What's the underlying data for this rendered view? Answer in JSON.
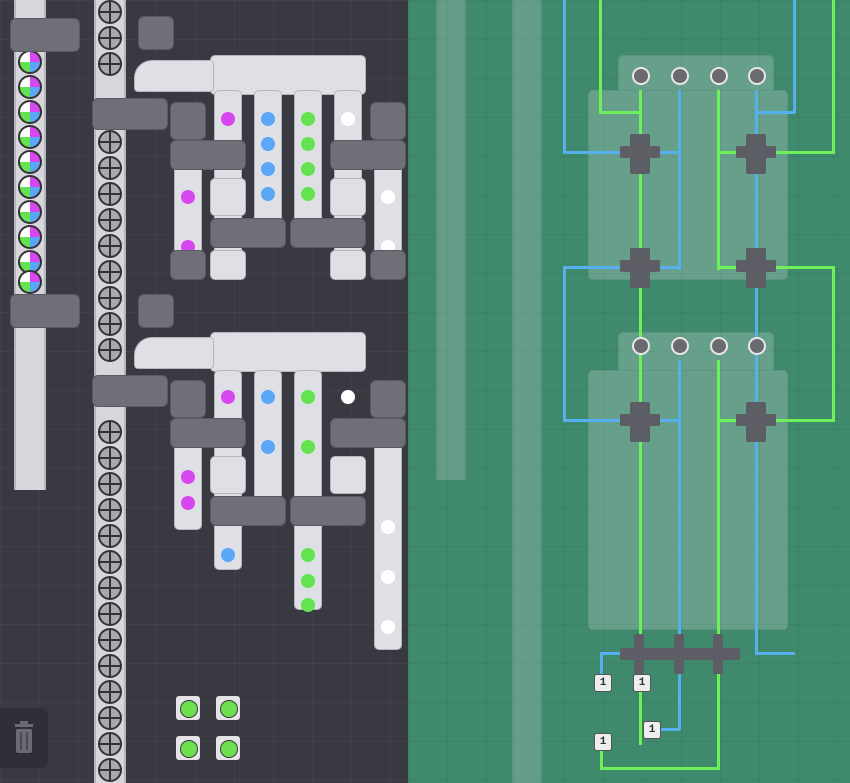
{
  "scene": {
    "game": "factory builder",
    "left_view": "build layer",
    "right_view": "wires layer"
  },
  "colors": {
    "background_dark": "#393942",
    "wires_background": "#3f8a6c",
    "belt": "#d6d6dc",
    "building": "#6f6f77",
    "wire_blue": "#56b0f0",
    "wire_green": "#6ef05a",
    "shape_purple": "#d846f0",
    "shape_blue": "#5aa7f5",
    "shape_green": "#63e34f",
    "shape_white": "#ffffff"
  },
  "toolbar": {
    "trash_icon": "trash-icon"
  },
  "constant_signals": [
    {
      "value": "1"
    },
    {
      "value": "1"
    },
    {
      "value": "1"
    },
    {
      "value": "1"
    }
  ],
  "icons": {
    "painter": "paint-roller-icon",
    "splitter": "splitter-icon",
    "balancer": "balancer-icon",
    "lamp": "lamp-icon",
    "wire_crossing": "wire-cross-icon",
    "constant_signal": "constant-signal-icon",
    "emitter": "item-emitter-icon"
  }
}
